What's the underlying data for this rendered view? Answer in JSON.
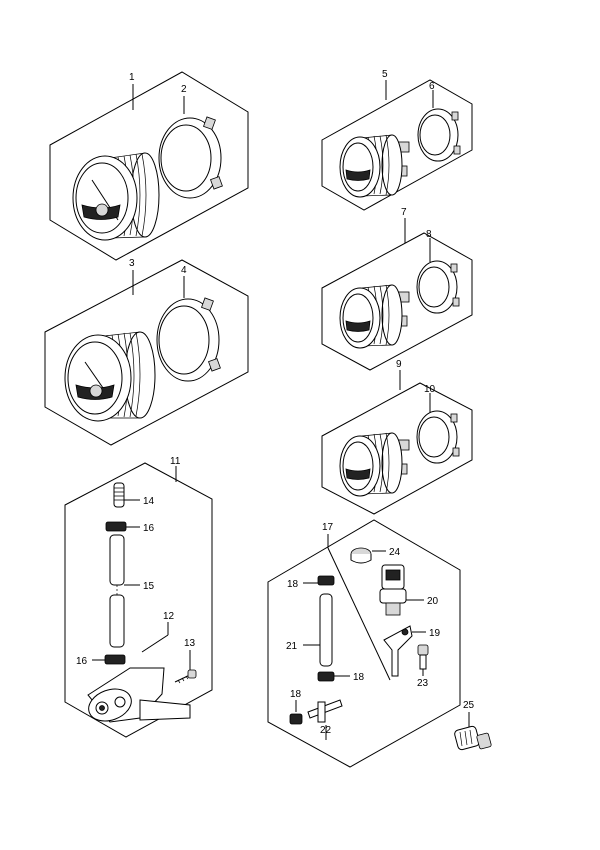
{
  "callouts": {
    "c1": "1",
    "c2": "2",
    "c3": "3",
    "c4": "4",
    "c5": "5",
    "c6": "6",
    "c7": "7",
    "c8": "8",
    "c9": "9",
    "c10": "10",
    "c11": "11",
    "c12": "12",
    "c13": "13",
    "c14": "14",
    "c15": "15",
    "c16a": "16",
    "c16b": "16",
    "c17": "17",
    "c18a": "18",
    "c18b": "18",
    "c18c": "18",
    "c19": "19",
    "c20": "20",
    "c21": "21",
    "c22": "22",
    "c23": "23",
    "c24": "24",
    "c25": "25"
  }
}
